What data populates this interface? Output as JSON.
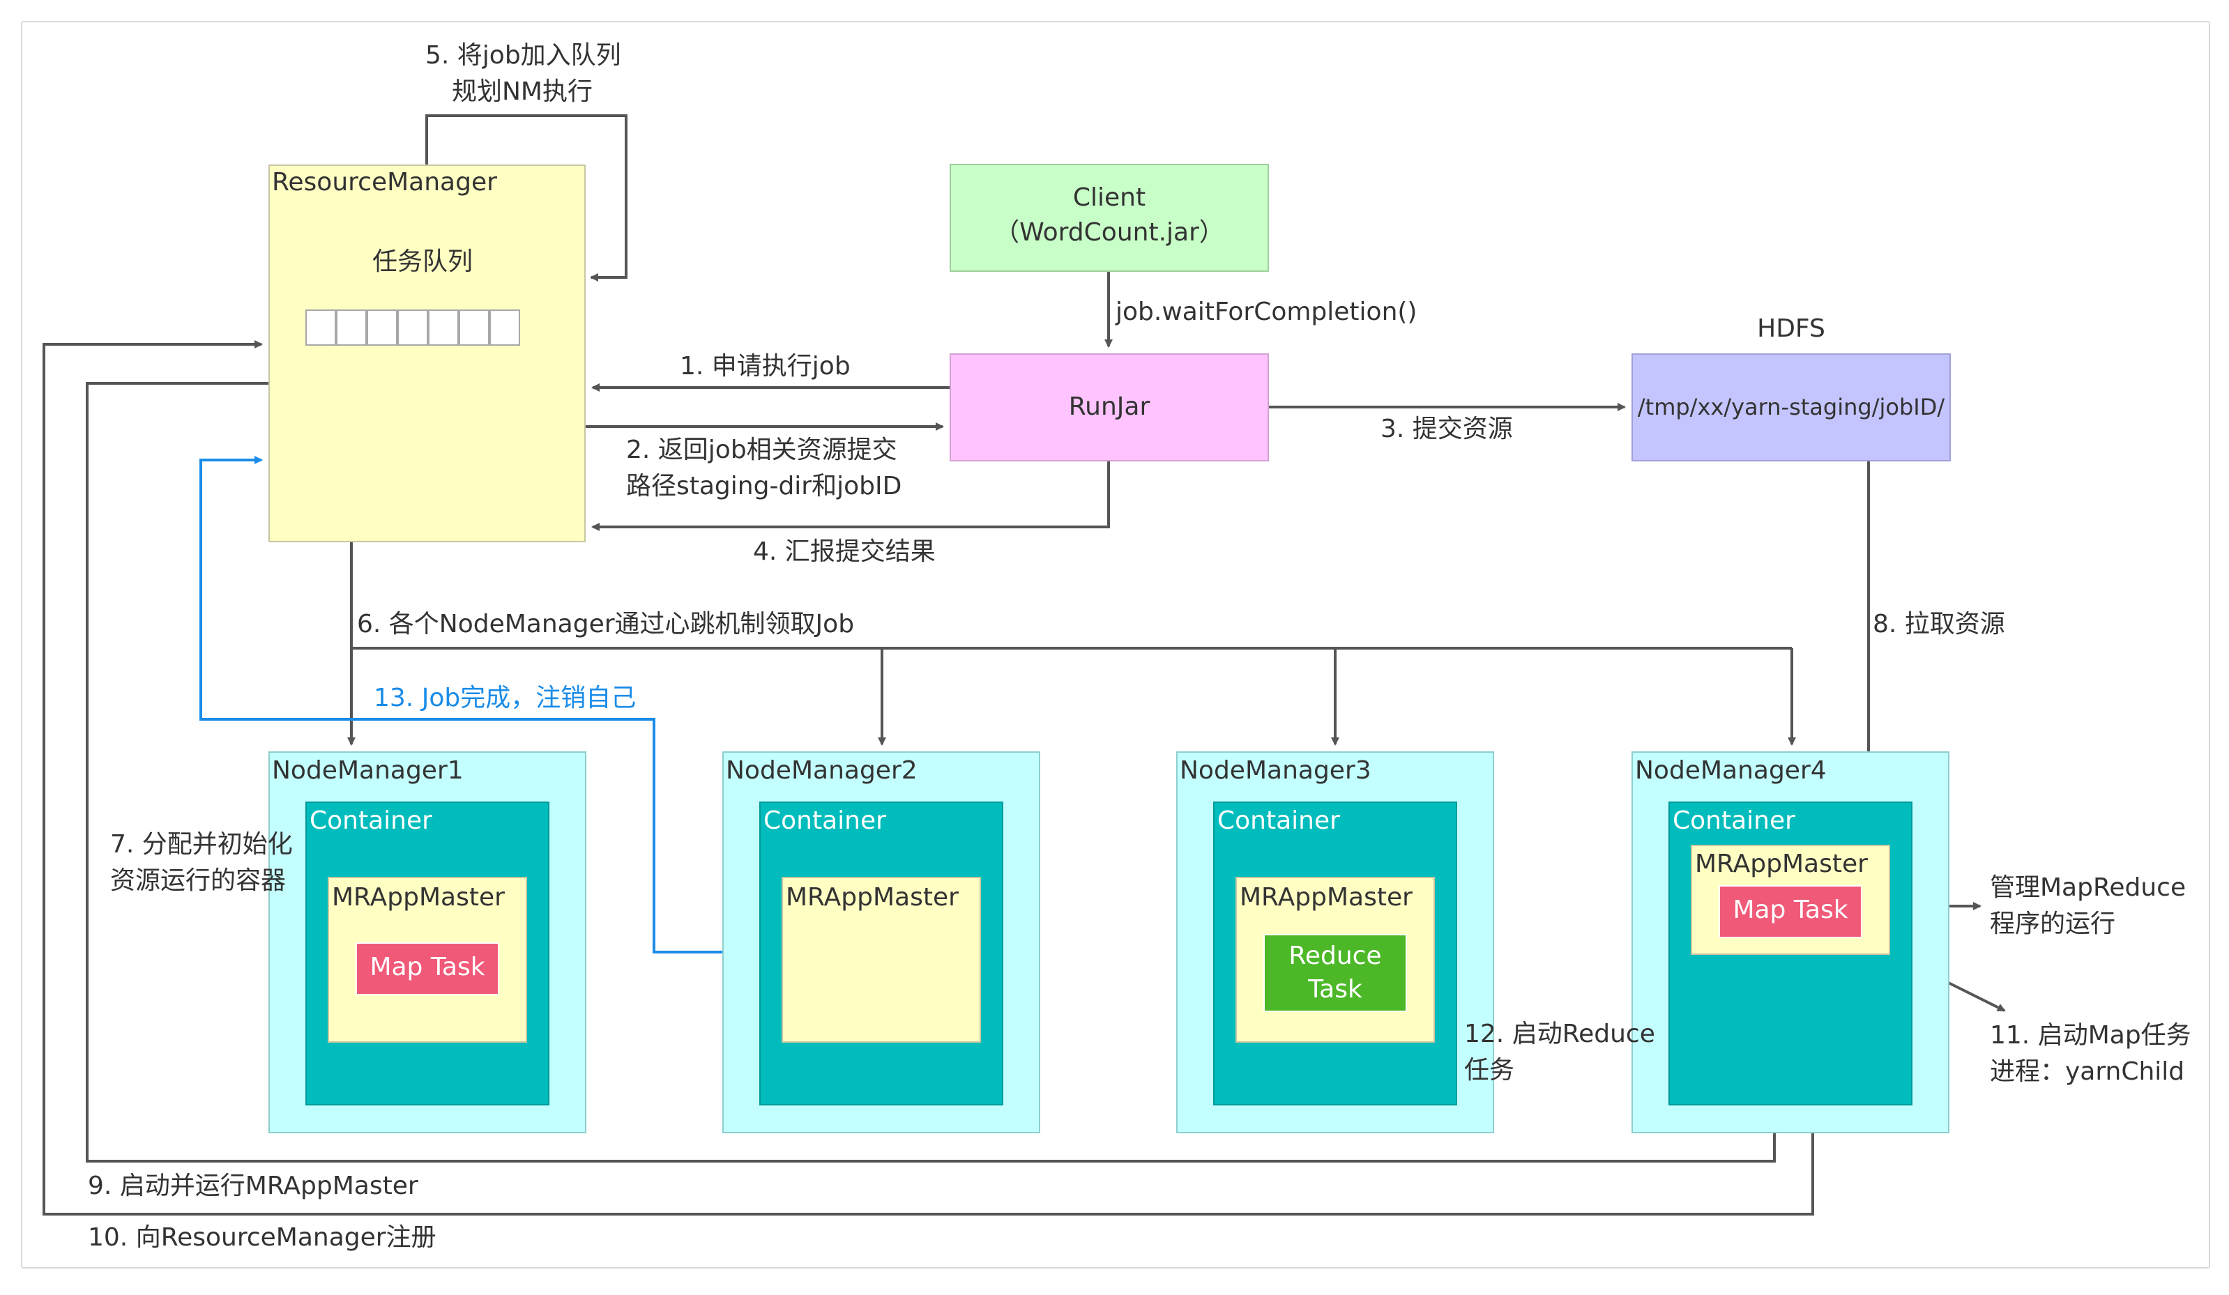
{
  "nodes": {
    "resource_manager": {
      "title": "ResourceManager",
      "queue_label": "任务队列",
      "queue_slots": 7
    },
    "client": {
      "line1": "Client",
      "line2": "（WordCount.jar）"
    },
    "runjar": {
      "title": "RunJar"
    },
    "hdfs": {
      "title": "HDFS",
      "path": "/tmp/xx/yarn-staging/jobID/"
    },
    "nodemanagers": [
      {
        "title": "NodeManager1",
        "container": "Container",
        "master": "MRAppMaster",
        "task": "Map Task"
      },
      {
        "title": "NodeManager2",
        "container": "Container",
        "master": "MRAppMaster"
      },
      {
        "title": "NodeManager3",
        "container": "Container",
        "master": "MRAppMaster",
        "task_line1": "Reduce",
        "task_line2": "Task"
      },
      {
        "title": "NodeManager4",
        "container": "Container",
        "master": "MRAppMaster",
        "task": "Map Task"
      }
    ]
  },
  "steps": {
    "s1": "1. 申请执行job",
    "s2_line1": "2. 返回job相关资源提交",
    "s2_line2": "路径staging-dir和jobID",
    "s3": "3. 提交资源",
    "s4": "4. 汇报提交结果",
    "s5_line1": "5. 将job加入队列",
    "s5_line2": "规划NM执行",
    "s6": "6. 各个NodeManager通过心跳机制领取Job",
    "s7_line1": "7. 分配并初始化",
    "s7_line2": "资源运行的容器",
    "s8": "8. 拉取资源",
    "s9": "9. 启动并运行MRAppMaster",
    "s10": "10. 向ResourceManager注册",
    "s11_line1": "11. 启动Map任务",
    "s11_line2": "进程：yarnChild",
    "s12_line1": "12. 启动Reduce",
    "s12_line2": "任务",
    "s13": "13. Job完成，注销自己",
    "wait": "job.waitForCompletion()",
    "manage_line1": "管理MapReduce",
    "manage_line2": "程序的运行"
  },
  "colors": {
    "line": "#555555",
    "job_done_line": "#1a8ce8",
    "resource_manager": "#ffffc4",
    "client": "#c8ffc8",
    "runjar": "#ffc4ff",
    "hdfs": "#c4c4ff",
    "nodemanager": "#c4ffff",
    "container": "#00bcbc",
    "map_task": "#f05a78",
    "reduce_task": "#4cb828"
  }
}
